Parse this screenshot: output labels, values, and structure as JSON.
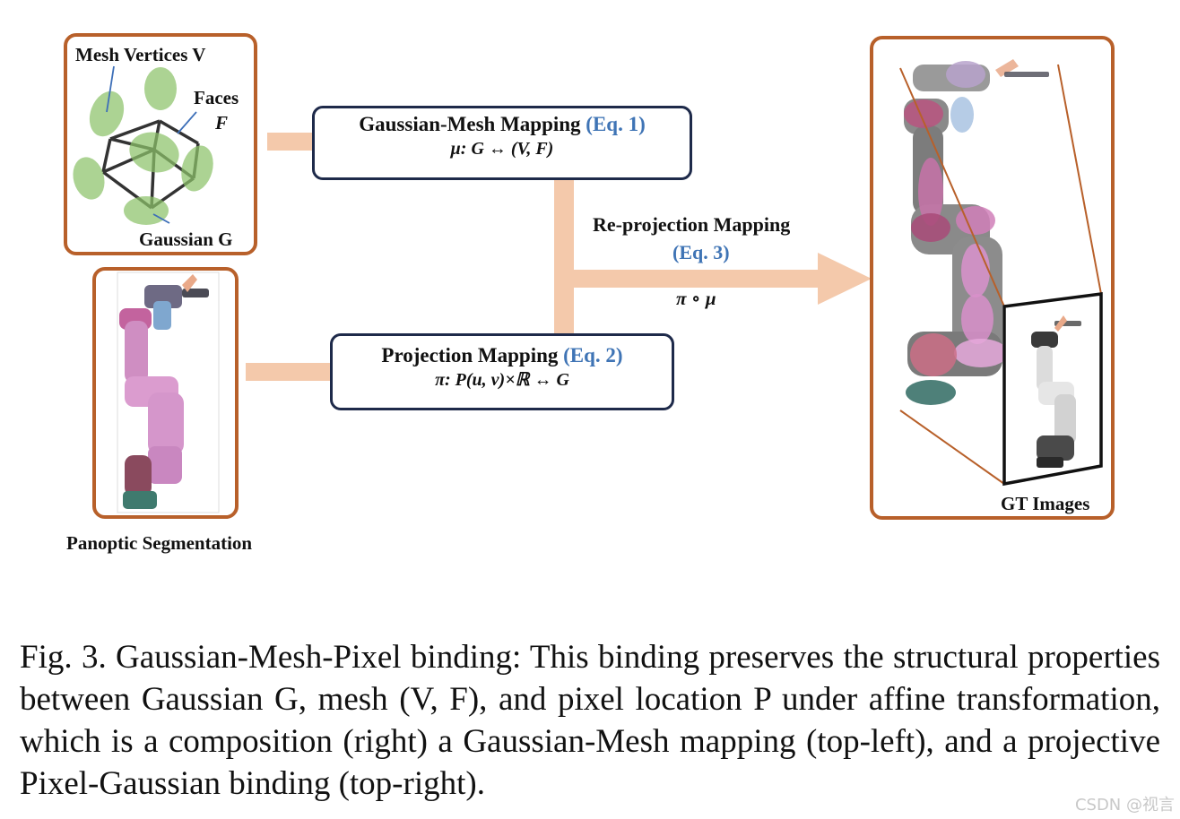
{
  "mesh_panel": {
    "vertices_label": "Mesh Vertices V",
    "faces_label": "Faces",
    "faces_symbol": "F",
    "gaussian_label": "Gaussian G"
  },
  "segmentation_panel": {
    "label": "Panoptic Segmentation"
  },
  "gaussian_mesh_box": {
    "title": "Gaussian-Mesh Mapping",
    "eq": "(Eq. 1)",
    "formula": "μ:  G ↔ (V, F)"
  },
  "projection_box": {
    "title": "Projection Mapping",
    "eq": "(Eq. 2)",
    "formula": "π: P(u, v)×ℝ ↔ G"
  },
  "reprojection": {
    "title": "Re-projection Mapping",
    "eq": "(Eq. 3)",
    "formula": "π ∘ μ"
  },
  "gt_panel": {
    "label": "GT Images"
  },
  "colors": {
    "panel_border": "#b8602a",
    "arrow": "#f4c9ab",
    "box_border": "#1e2a4a",
    "eq_blue": "#3f74b5"
  },
  "caption": "Fig. 3.   Gaussian-Mesh-Pixel binding: This binding preserves the structural properties between Gaussian G, mesh (V, F), and pixel location P under affine transformation, which is a composition (right) a Gaussian-Mesh mapping (top-left), and a projective Pixel-Gaussian binding (top-right).",
  "watermark": "CSDN @视言"
}
